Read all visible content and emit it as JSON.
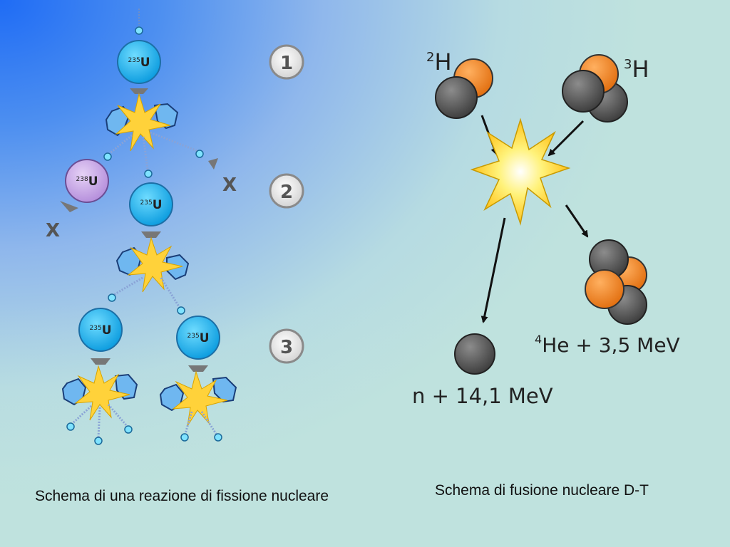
{
  "fission": {
    "nuclei": [
      {
        "mass": "235",
        "symbol": "U"
      },
      {
        "mass": "238",
        "symbol": "U"
      },
      {
        "mass": "235",
        "symbol": "U"
      },
      {
        "mass": "235",
        "symbol": "U"
      },
      {
        "mass": "235",
        "symbol": "U"
      }
    ],
    "steps": [
      "1",
      "2",
      "3"
    ],
    "blocked_marks": [
      "X",
      "X"
    ],
    "caption": "Schema di una reazione di fissione nucleare"
  },
  "fusion": {
    "deuterium": {
      "mass": "2",
      "symbol": "H"
    },
    "tritium": {
      "mass": "3",
      "symbol": "H"
    },
    "helium": {
      "mass": "4",
      "text": "He + 3,5 MeV"
    },
    "neutron": {
      "text": "n + 14,1 MeV"
    },
    "caption": "Schema di fusione nucleare D-T"
  },
  "colors": {
    "u235": "#17b4f0",
    "u238": "#c8a6e6",
    "proton": "#f08a2c",
    "neutron": "#5e5e5e",
    "flash": "#ffd23a"
  }
}
